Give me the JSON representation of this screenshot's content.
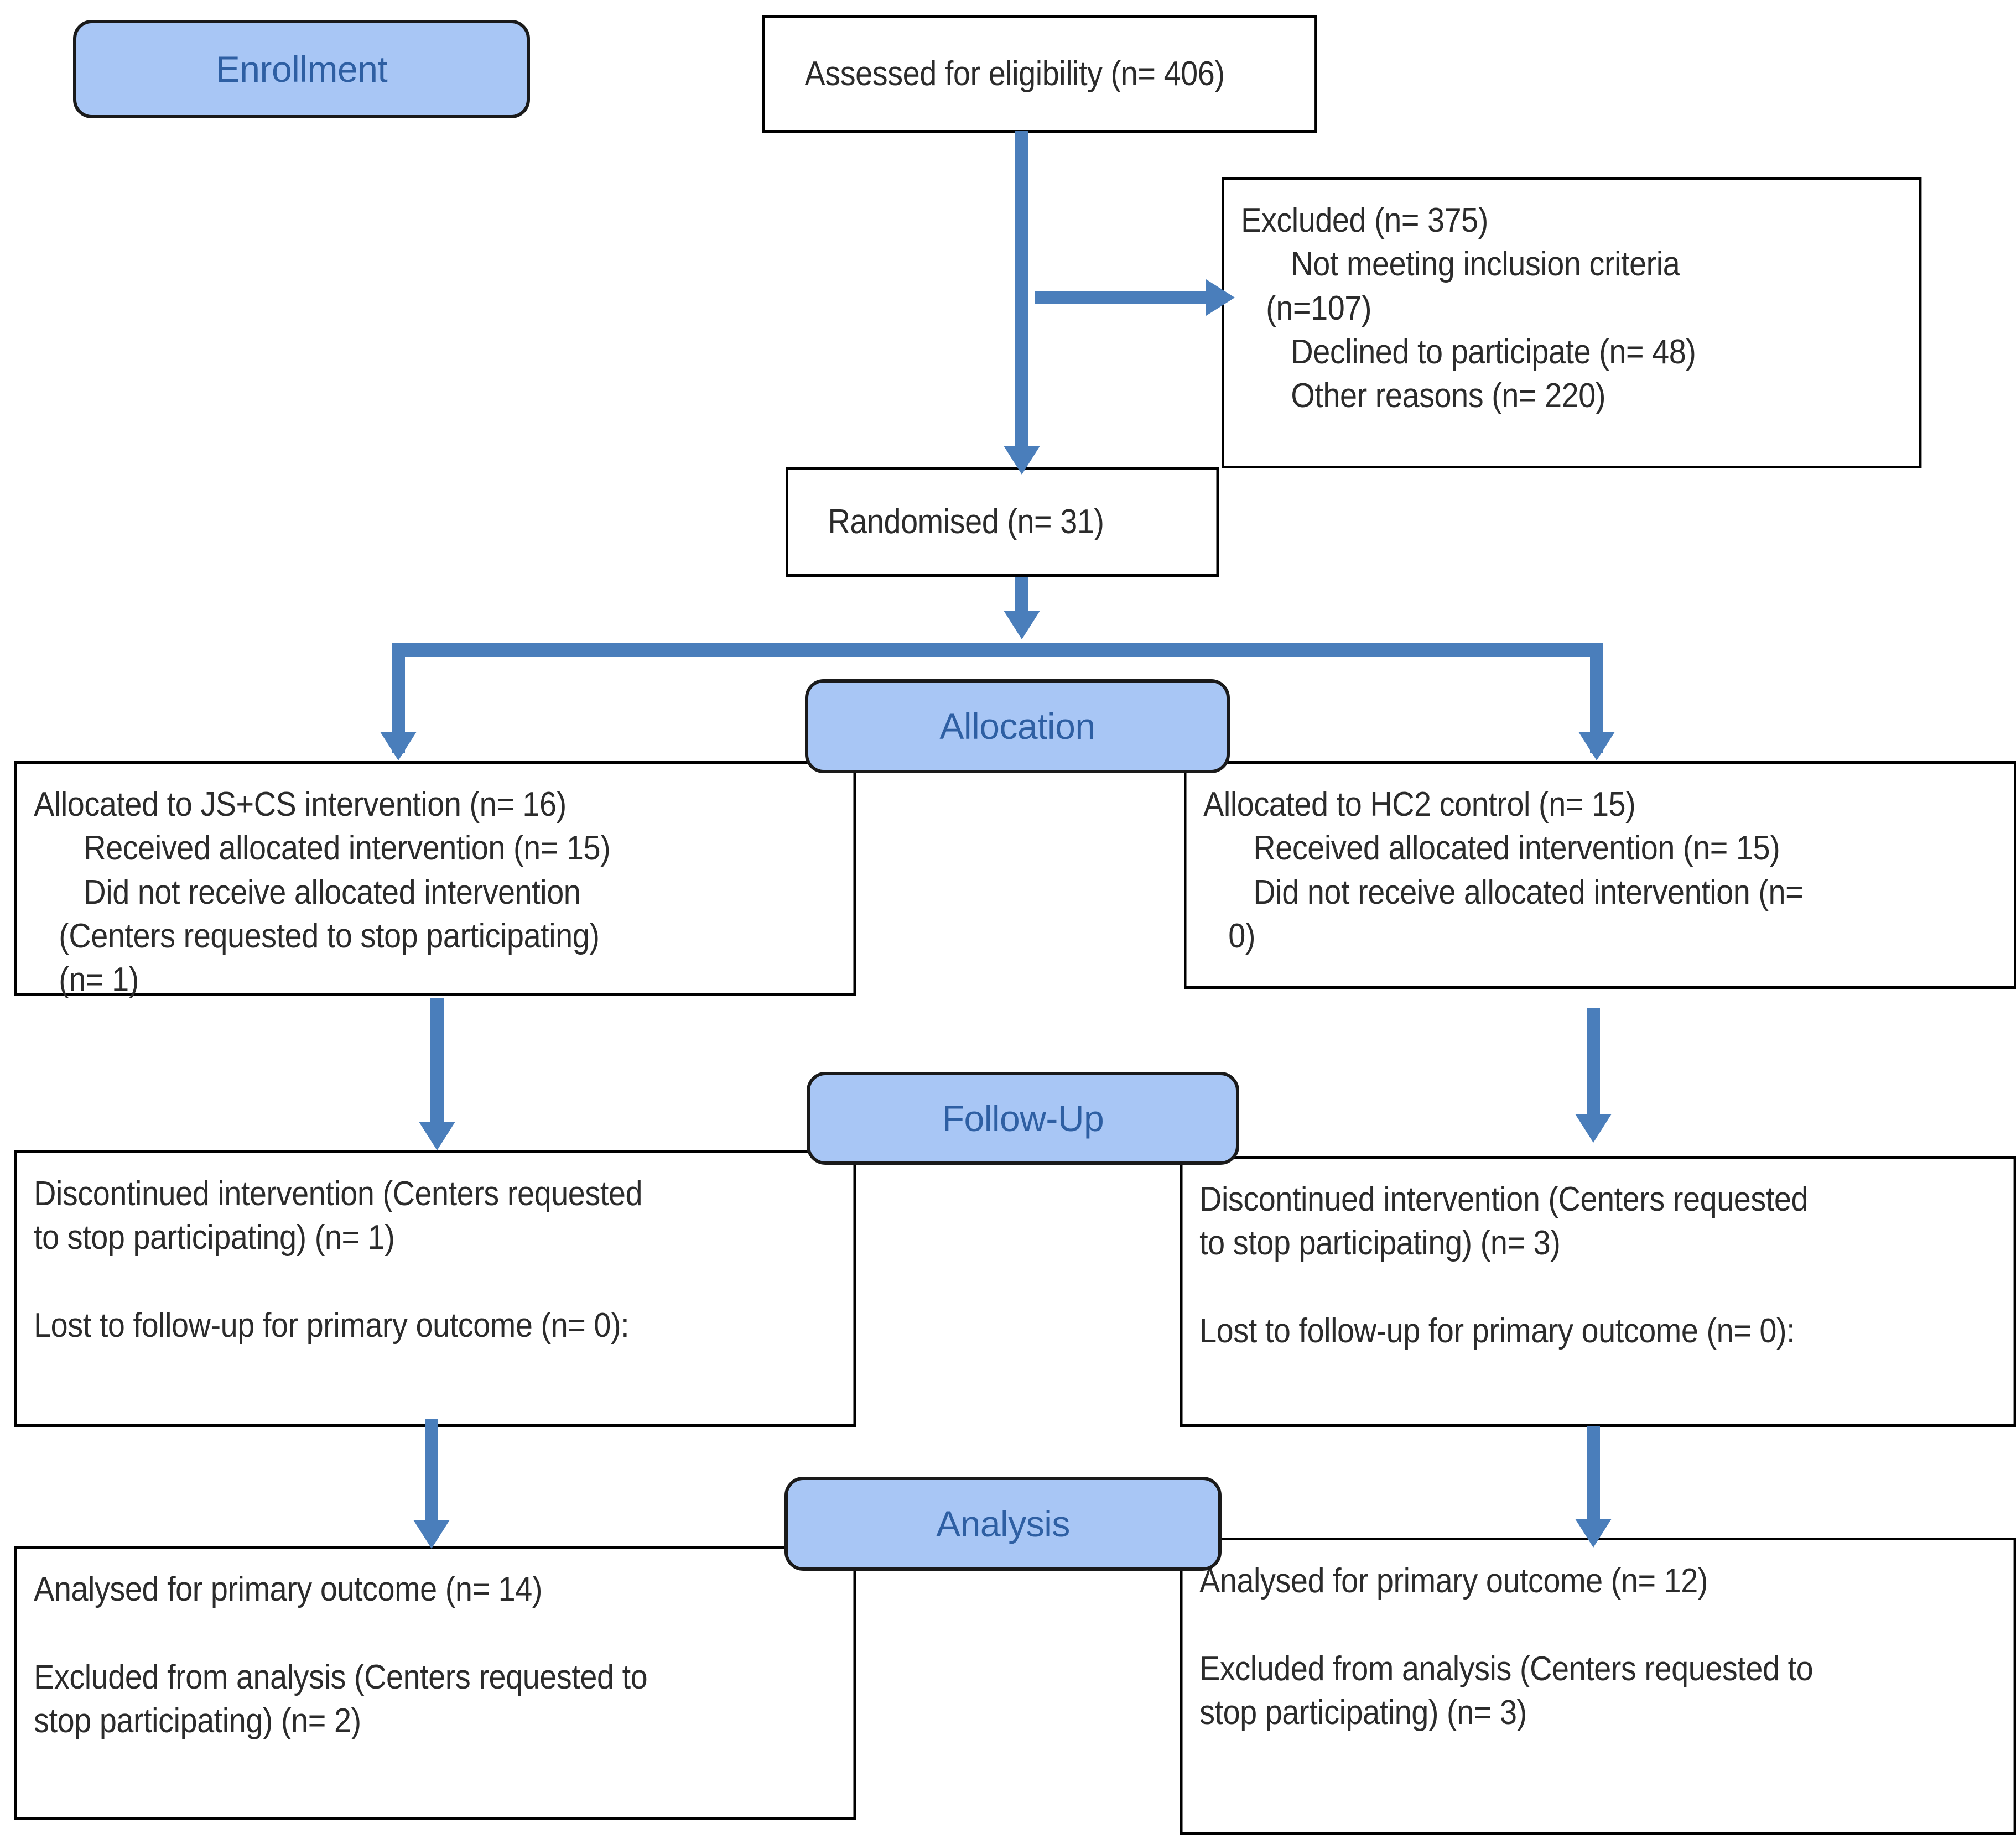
{
  "diagram": {
    "title": "CONSORT participant flow diagram",
    "colors": {
      "pill_fill": "#A8C6F5",
      "pill_text": "#2E5FA3",
      "box_border": "#000000",
      "box_fill": "#FFFFFF",
      "arrow": "#4A7EBB",
      "body_text": "#2B2B2B",
      "background": "#FFFFFF"
    }
  },
  "stages": {
    "enrollment": "Enrollment",
    "allocation": "Allocation",
    "followup": "Follow-Up",
    "analysis": "Analysis"
  },
  "nodes": {
    "assessed": {
      "text": "Assessed for eligibility (n= 406)",
      "n": 406
    },
    "excluded": {
      "text": "Excluded (n= 375)\n      Not meeting inclusion criteria\n   (n=107)\n      Declined to participate (n= 48)\n      Other reasons (n= 220)",
      "n": 375,
      "not_meeting_inclusion_criteria": 107,
      "declined_to_participate": 48,
      "other_reasons": 220
    },
    "randomised": {
      "text": "Randomised (n= 31)",
      "n": 31
    },
    "alloc_left": {
      "text": "Allocated to JS+CS intervention (n= 16)\n      Received allocated intervention (n= 15)\n      Did not receive allocated intervention\n   (Centers requested to stop participating)\n   (n= 1)",
      "allocated": 16,
      "received": 15,
      "did_not_receive": 1
    },
    "alloc_right": {
      "text": "Allocated to HC2 control (n= 15)\n      Received allocated intervention (n= 15)\n      Did not receive allocated intervention (n=\n   0)",
      "allocated": 15,
      "received": 15,
      "did_not_receive": 0
    },
    "follow_left": {
      "text": "Discontinued intervention (Centers requested\nto stop participating) (n= 1)\n\nLost to follow-up for primary outcome (n= 0):",
      "discontinued": 1,
      "lost_to_followup": 0
    },
    "follow_right": {
      "text": "Discontinued intervention (Centers requested\nto stop participating) (n= 3)\n\nLost to follow-up for primary outcome (n= 0):",
      "discontinued": 3,
      "lost_to_followup": 0
    },
    "analysis_left": {
      "text": "Analysed for primary outcome (n= 14)\n\nExcluded from analysis (Centers requested to\nstop participating) (n= 2)",
      "analysed": 14,
      "excluded": 2
    },
    "analysis_right": {
      "text": "Analysed for primary outcome (n= 12)\n\nExcluded from analysis (Centers requested to\nstop participating) (n= 3)",
      "analysed": 12,
      "excluded": 3
    }
  }
}
